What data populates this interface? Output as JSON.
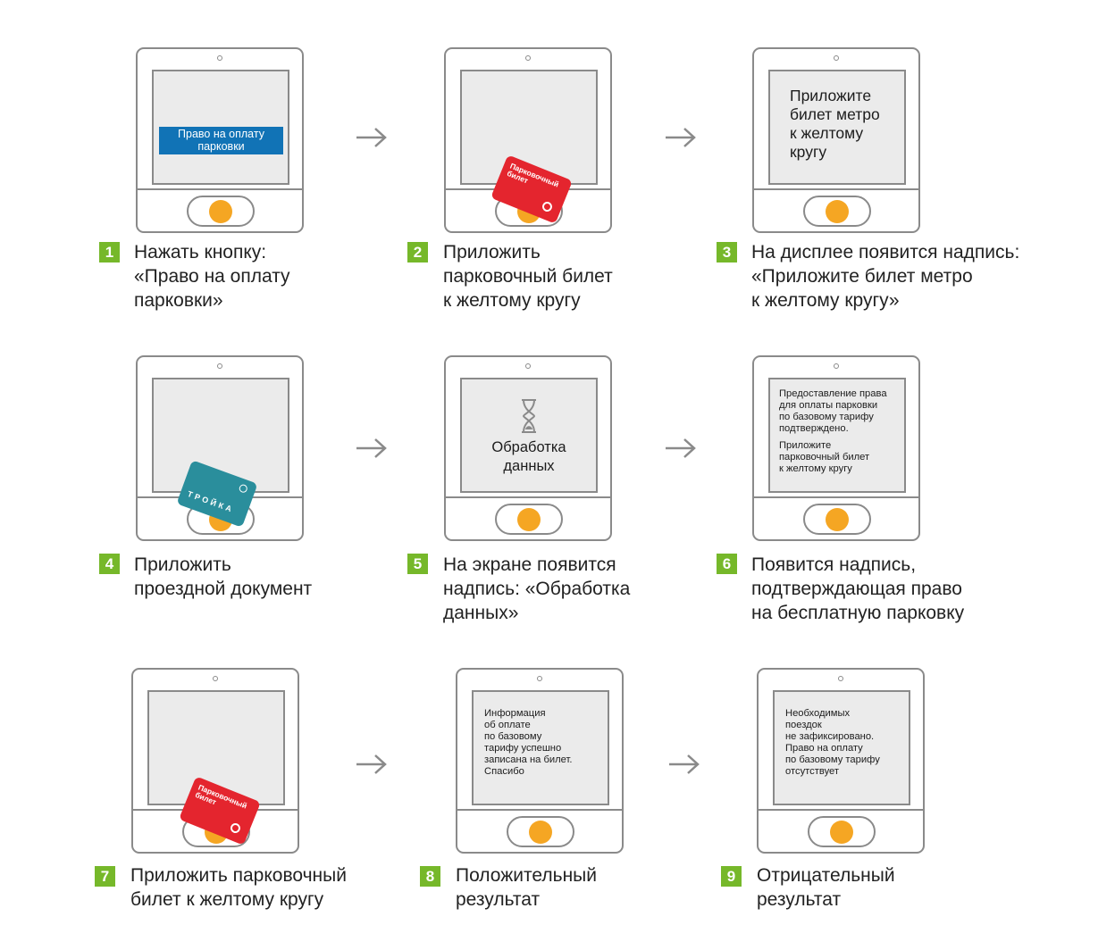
{
  "steps": [
    {
      "num": "1",
      "caption": "Нажать кнопку:\n«Право на оплату\nпарковки»",
      "screen_button": "Право на оплату\nпарковки"
    },
    {
      "num": "2",
      "caption": "Приложить\nпарковочный билет\nк желтому кругу",
      "card_label": "Парковочный\nбилет"
    },
    {
      "num": "3",
      "caption": "На дисплее появится надпись:\n«Приложите билет метро\nк желтому кругу»",
      "screen_text": "Приложите\nбилет метро\nк желтому\nкругу"
    },
    {
      "num": "4",
      "caption": "Приложить\nпроездной документ",
      "card_label": "ТРОЙКА"
    },
    {
      "num": "5",
      "caption": "На экране появится\nнадпись: «Обработка\nданных»",
      "screen_text": "Обработка\nданных"
    },
    {
      "num": "6",
      "caption": "Появится надпись,\nподтверждающая право\nна бесплатную парковку",
      "screen_text_a": "Предоставление права\nдля оплаты парковки\nпо базовому тарифу\nподтверждено.",
      "screen_text_b": "Приложите\nпарковочный билет\nк желтому кругу"
    },
    {
      "num": "7",
      "caption": "Приложить парковочный\nбилет к желтому кругу",
      "card_label": "Парковочный\nбилет"
    },
    {
      "num": "8",
      "caption": "Положительный\nрезультат",
      "screen_text": "Информация\nоб оплате\nпо базовому\nтарифу успешно\nзаписана на билет.\nСпасибо"
    },
    {
      "num": "9",
      "caption": "Отрицательный\nрезультат",
      "screen_text": "Необходимых\nпоездок\nне зафиксировано.\nПраво на оплату\nпо базовому тарифу\nотсутствует"
    }
  ],
  "colors": {
    "accent_green": "#76b82a",
    "button_orange": "#f5a623",
    "screen_blue": "#1173b6",
    "card_red": "#e4252e",
    "card_teal": "#2a8e9c"
  }
}
